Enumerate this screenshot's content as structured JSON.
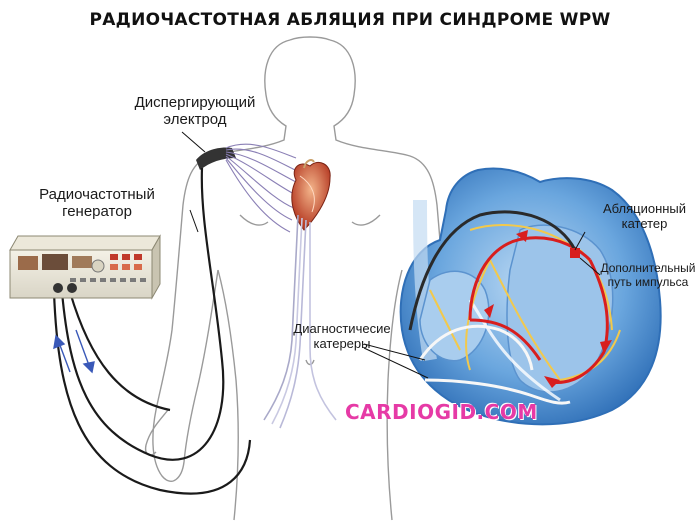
{
  "title": "РАДИОЧАСТОТНАЯ АБЛЯЦИЯ ПРИ СИНДРОМЕ WPW",
  "labels": {
    "dispersive_electrode_line1": "Диспергирующий",
    "dispersive_electrode_line2": "электрод",
    "rf_generator_line1": "Радиочастотный",
    "rf_generator_line2": "генератор",
    "ablation_catheter_line1": "Абляционный",
    "ablation_catheter_line2": "катетер",
    "accessory_pathway_line1": "Дополнительный",
    "accessory_pathway_line2": "путь импульса",
    "diagnostic_catheters_line1": "Диагностичесие",
    "diagnostic_catheters_line2": "катереры"
  },
  "watermark": "CARDIOGID.COM",
  "colors": {
    "heart_blue": "#6aa6de",
    "heart_dark": "#2f6fb7",
    "impulse_red": "#d81e1e",
    "conduction_yellow": "#f2c94c",
    "watermark_pink": "#e63aa6",
    "cable": "#1a1a1a",
    "body_outline": "#9a9a9a"
  }
}
